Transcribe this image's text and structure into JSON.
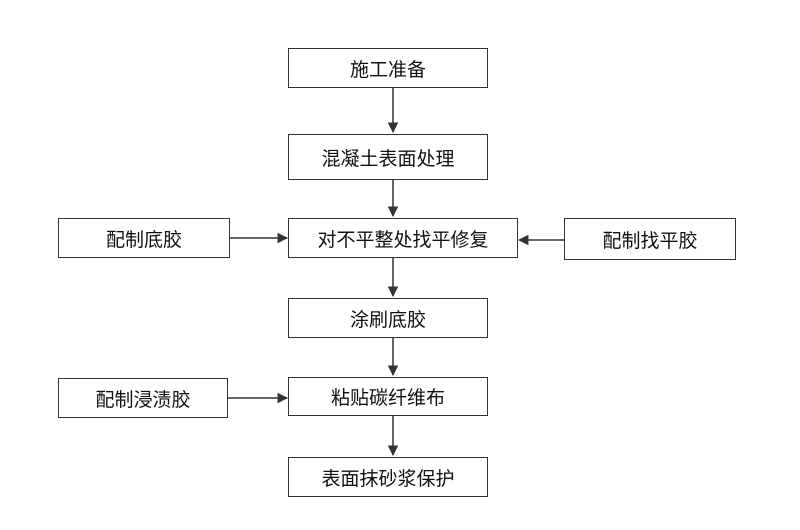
{
  "diagram": {
    "main_steps": [
      "施工准备",
      "混凝土表面处理",
      "对不平整处找平修复",
      "涂刷底胶",
      "粘贴碳纤维布",
      "表面抹砂浆保护"
    ],
    "side_inputs": {
      "primer_prep": "配制底胶",
      "leveling_prep": "配制找平胶",
      "impregnation_prep": "配制浸渍胶"
    },
    "colors": {
      "stroke": "#333333",
      "text": "#111111",
      "background": "#ffffff"
    }
  }
}
